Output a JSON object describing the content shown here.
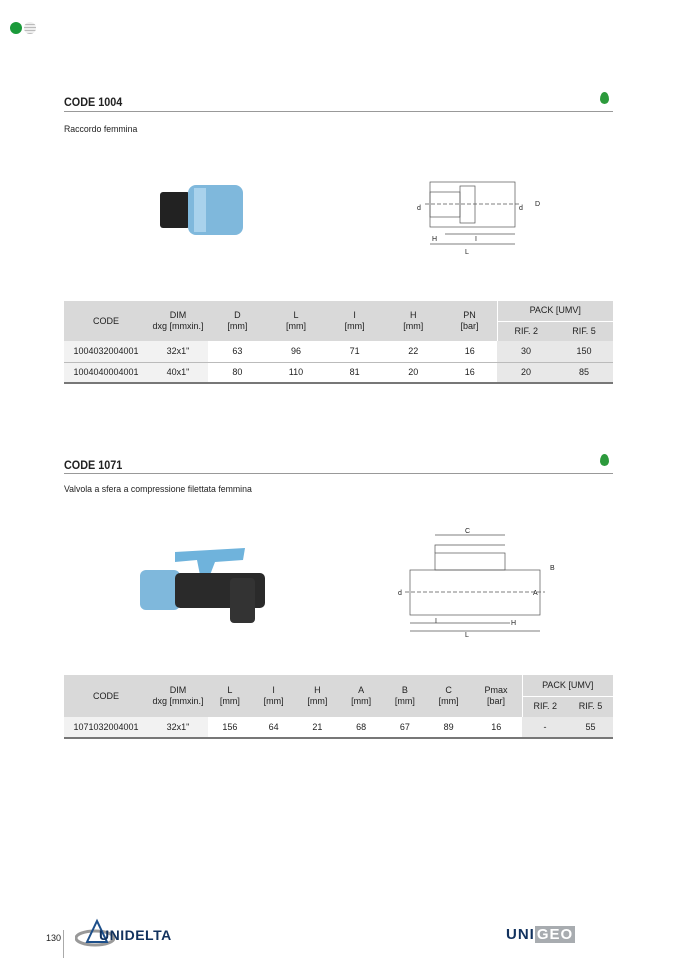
{
  "colors": {
    "green": "#1a9a3a",
    "header_gray": "#d9d9d9"
  },
  "sections": [
    {
      "title": "CODE 1004",
      "subtitle": "Raccordo femmina",
      "headers": [
        [
          "CODE"
        ],
        [
          "DIM",
          "dxg [mmxin.]"
        ],
        [
          "D",
          "[mm]"
        ],
        [
          "L",
          "[mm]"
        ],
        [
          "I",
          "[mm]"
        ],
        [
          "H",
          "[mm]"
        ],
        [
          "PN",
          "[bar]"
        ]
      ],
      "pack": "PACK [UMV]",
      "rif": [
        "RIF. 2",
        "RIF. 5"
      ],
      "rows": [
        [
          "1004032004001",
          "32x1\"",
          "63",
          "96",
          "71",
          "22",
          "16",
          "30",
          "150"
        ],
        [
          "1004040004001",
          "40x1\"",
          "80",
          "110",
          "81",
          "20",
          "16",
          "20",
          "85"
        ]
      ],
      "diagram_labels": [
        "d",
        "D",
        "H",
        "I",
        "L"
      ]
    },
    {
      "title": "CODE 1071",
      "subtitle": "Valvola a sfera a compressione filettata femmina",
      "headers": [
        [
          "CODE"
        ],
        [
          "DIM",
          "dxg [mmxin.]"
        ],
        [
          "L",
          "[mm]"
        ],
        [
          "I",
          "[mm]"
        ],
        [
          "H",
          "[mm]"
        ],
        [
          "A",
          "[mm]"
        ],
        [
          "B",
          "[mm]"
        ],
        [
          "C",
          "[mm]"
        ],
        [
          "Pmax",
          "[bar]"
        ]
      ],
      "pack": "PACK [UMV]",
      "rif": [
        "RIF. 2",
        "RIF. 5"
      ],
      "rows": [
        [
          "1071032004001",
          "32x1\"",
          "156",
          "64",
          "21",
          "68",
          "67",
          "89",
          "16",
          "-",
          "55"
        ]
      ],
      "diagram_labels": [
        "C",
        "B",
        "d",
        "A",
        "I",
        "H",
        "L"
      ]
    }
  ],
  "footer": {
    "page": "130",
    "brand_left": "UNIDELTA",
    "brand_right_a": "UNI",
    "brand_right_b": "GEO"
  }
}
